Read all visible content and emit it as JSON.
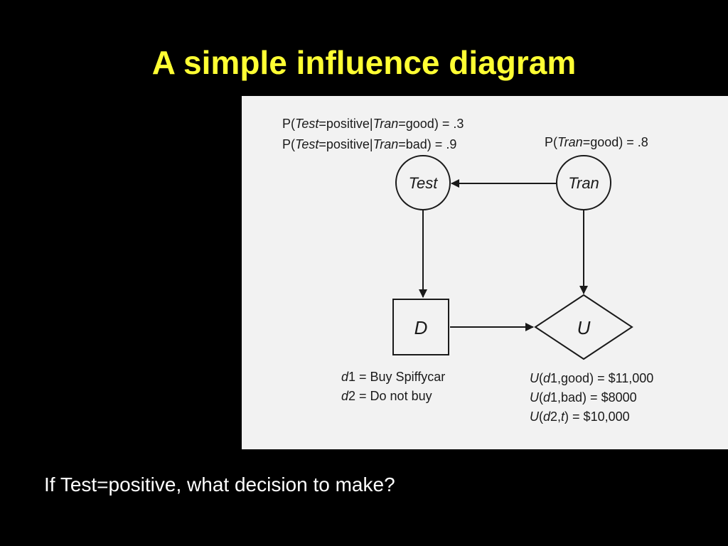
{
  "slide": {
    "title": "A simple influence diagram",
    "question": "If Test=positive, what decision to make?"
  },
  "colors": {
    "background": "#000000",
    "title": "#ffff33",
    "text": "#ffffff",
    "figure_background": "#f2f2f2",
    "diagram_ink": "#1a1a1a"
  },
  "diagram": {
    "nodes": {
      "test": {
        "label": "Test",
        "shape": "circle"
      },
      "tran": {
        "label": "Tran",
        "shape": "circle"
      },
      "decision": {
        "label": "D",
        "shape": "square"
      },
      "utility": {
        "label": "U",
        "shape": "diamond"
      }
    },
    "edges": [
      {
        "from": "Tran",
        "to": "Test"
      },
      {
        "from": "Test",
        "to": "D"
      },
      {
        "from": "Tran",
        "to": "U"
      },
      {
        "from": "D",
        "to": "U"
      }
    ],
    "test_cpt": {
      "line1": {
        "p_open": "P(",
        "test": "Test",
        "eq": "=positive|",
        "tran": "Tran",
        "rest": "=good) = .3"
      },
      "line2": {
        "p_open": "P(",
        "test": "Test",
        "eq": "=positive|",
        "tran": "Tran",
        "rest": "=bad) = .9"
      }
    },
    "tran_prior": {
      "p_open": "P(",
      "tran": "Tran",
      "rest": "=good) = .8"
    },
    "decisions": {
      "d1": {
        "var": "d",
        "rest": "1 = Buy Spiffycar"
      },
      "d2": {
        "var": "d",
        "rest": "2 = Do not buy"
      }
    },
    "utilities": {
      "u1": {
        "u": "U",
        "open": "(",
        "d": "d",
        "rest": "1,good) = $11,000"
      },
      "u2": {
        "u": "U",
        "open": "(",
        "d": "d",
        "rest": "1,bad) = $8000"
      },
      "u3": {
        "u": "U",
        "open": "(",
        "d": "d",
        "mid": "2,",
        "t": "t",
        "rest": ") = $10,000"
      }
    }
  }
}
